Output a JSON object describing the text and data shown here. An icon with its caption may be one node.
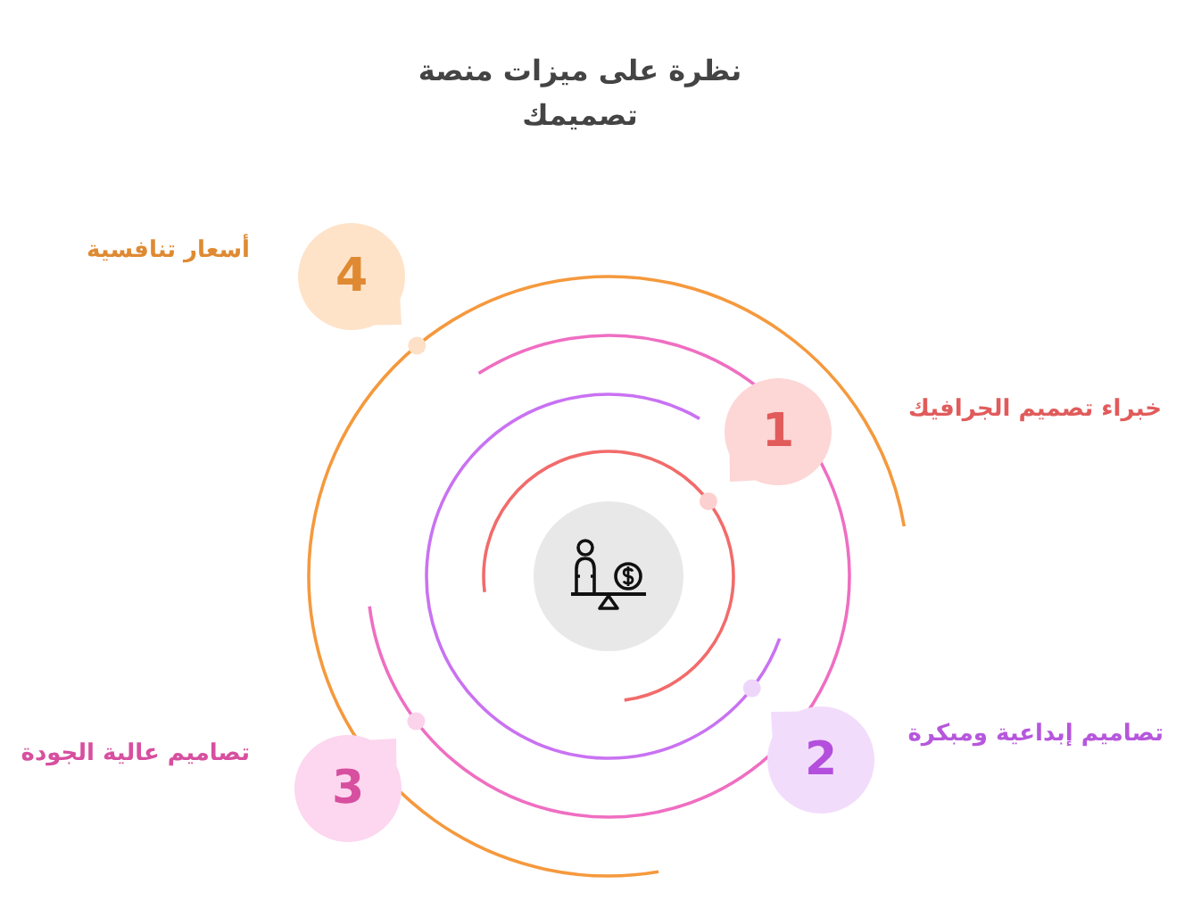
{
  "diagram": {
    "title": "نظرة على ميزات منصة تصميمك",
    "nodes": [
      {
        "text": [
          "1"
        ],
        "beside": [
          "خبراء تصميم الجرافيك"
        ]
      },
      {
        "text": [
          "2"
        ],
        "beside": [
          "تصاميم إبداعية ومبكرة"
        ]
      },
      {
        "text": [
          "3"
        ],
        "beside": [
          "تصاميم عالية الجودة"
        ]
      },
      {
        "text": [
          "4"
        ],
        "beside": [
          "أسعار تنافسية"
        ]
      },
      {
        "text": [],
        "shape": "circle"
      }
    ]
  }
}
